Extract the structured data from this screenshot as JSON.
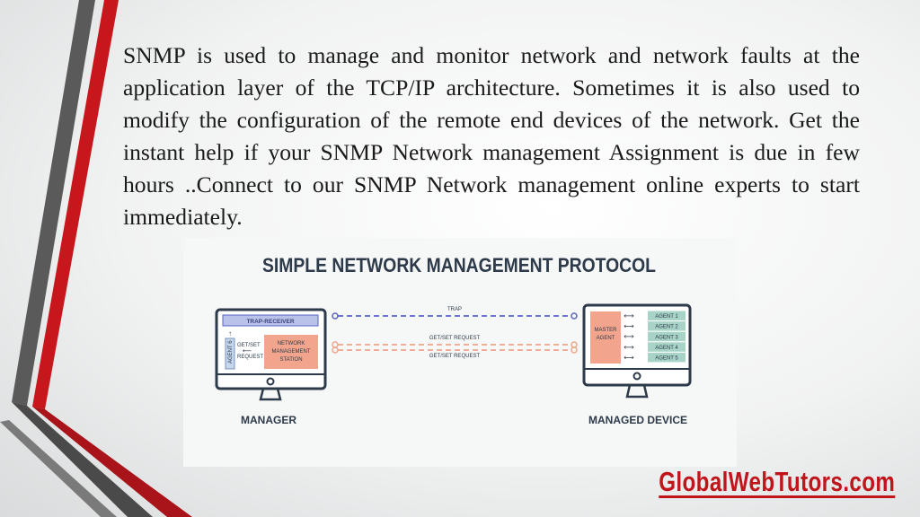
{
  "slide": {
    "paragraph": "SNMP is used to manage and monitor network and network faults at the application layer of the TCP/IP architecture. Sometimes it is also used to modify the configuration of the remote end devices of the network. Get the instant help if your SNMP Network management Assignment is due in few hours ..Connect to our SNMP Network management online experts to start immediately.",
    "brand": "GlobalWebTutors.com"
  },
  "diagram": {
    "title": "SIMPLE NETWORK MANAGEMENT PROTOCOL",
    "manager": {
      "trap_receiver": "TRAP-RECEIVER",
      "agent": "AGENT 6",
      "get_set_line1": "GET/SET",
      "get_set_line2": "REQUEST",
      "nms_line1": "NETWORK",
      "nms_line2": "MANAGEMENT",
      "nms_line3": "STATION",
      "caption": "MANAGER"
    },
    "links": {
      "trap": "TRAP",
      "request_1": "GET/SET REQUEST",
      "request_2": "GET/SET REQUEST"
    },
    "device": {
      "master_line1": "MASTER",
      "master_line2": "AGENT",
      "agents": [
        "AGENT 1",
        "AGENT 2",
        "AGENT 3",
        "AGENT 4",
        "AGENT 5"
      ],
      "caption": "MANAGED DEVICE"
    },
    "colors": {
      "dark": "#2d3a4a",
      "trap_fill": "#b9c3ea",
      "trap_line": "#5a63c8",
      "salmon": "#f2a58c",
      "request_line": "#f0a58a",
      "agent_teal": "#a8d4c8",
      "agent6": "#c4d7ec"
    }
  }
}
